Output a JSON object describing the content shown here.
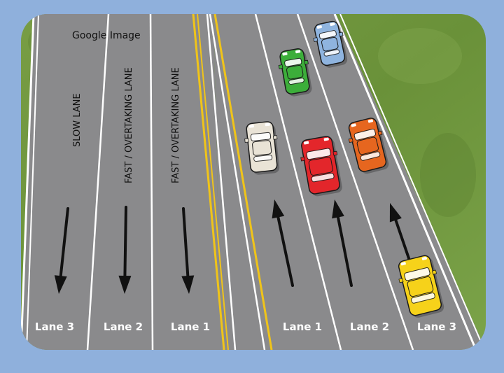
{
  "watermark": "Google Image",
  "left_road": {
    "lane_descriptions": [
      "SLOW LANE",
      "FAST / OVERTAKING LANE",
      "FAST / OVERTAKING LANE"
    ],
    "lane_labels": [
      "Lane 3",
      "Lane 2",
      "Lane 1"
    ],
    "direction": "down"
  },
  "right_road": {
    "lane_labels": [
      "Lane 1",
      "Lane 2",
      "Lane 3"
    ],
    "direction": "up"
  },
  "vehicles": [
    {
      "name": "green-car",
      "color": "#3cae3a",
      "lane": 1
    },
    {
      "name": "blue-car",
      "color": "#8fb4df",
      "lane": 2
    },
    {
      "name": "white-car",
      "color": "#e9e3d6",
      "lane": 0
    },
    {
      "name": "red-car",
      "color": "#e3262b",
      "lane": 1
    },
    {
      "name": "orange-truck",
      "color": "#e6661f",
      "lane": 2
    },
    {
      "name": "yellow-car",
      "color": "#f6d21a",
      "lane": 2
    }
  ],
  "colors": {
    "frame": "#8fb0dc",
    "grass": "#6e9540",
    "asphalt": "#8a8a8c",
    "lane_line": "#ffffff",
    "center_line": "#f0c419",
    "arrow": "#111111"
  }
}
